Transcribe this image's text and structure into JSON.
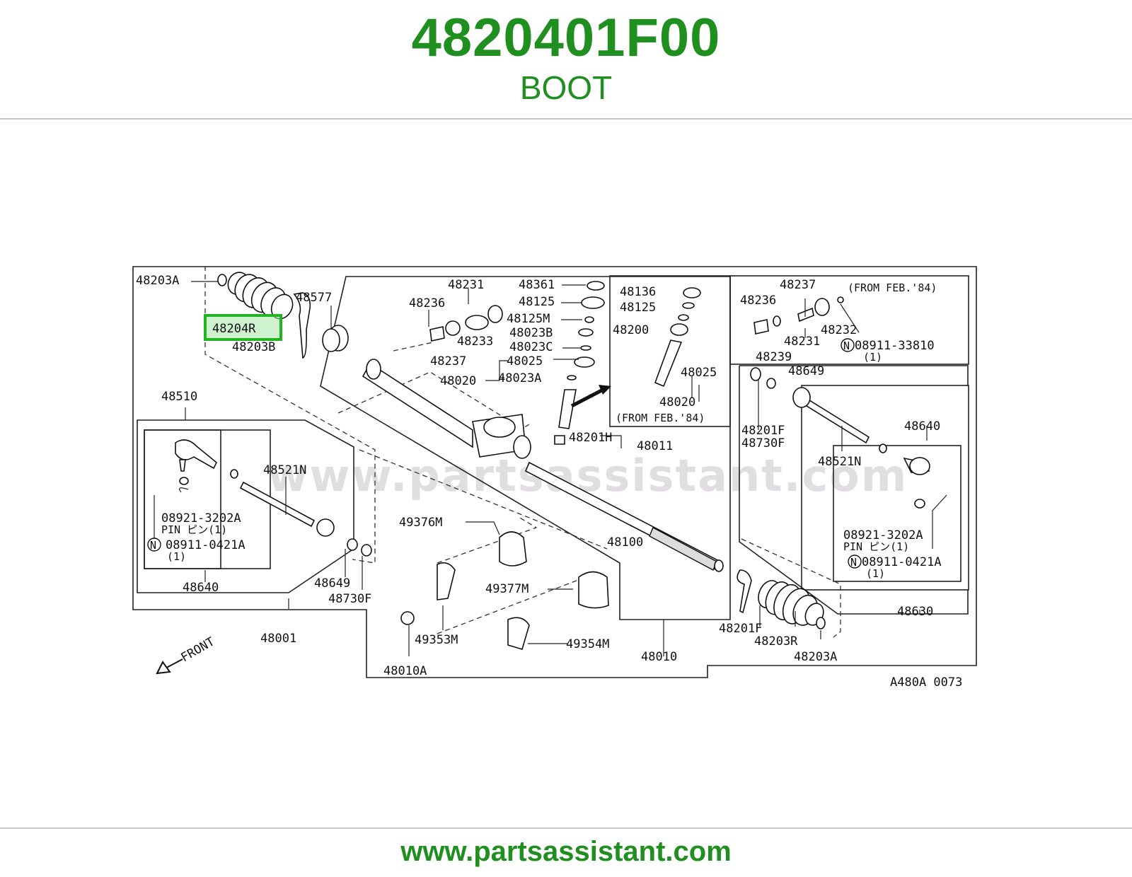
{
  "header": {
    "part_number": "4820401F00",
    "part_name": "BOOT"
  },
  "footer": {
    "url": "www.partsassistant.com"
  },
  "diagram": {
    "watermark": "www.partsassistant.com",
    "highlighted_label": "48204R",
    "drawing_code": "A480A 0073",
    "front_label": "FRONT",
    "callouts": [
      "48203A",
      "48577",
      "48203B",
      "48231",
      "48236",
      "48237",
      "48233",
      "48361",
      "48125",
      "48125M",
      "48023B",
      "48023C",
      "48025",
      "48020",
      "48023A",
      "48136",
      "48125",
      "48200",
      "48025",
      "48020",
      "(FROM FEB.'84)",
      "48237",
      "48236",
      "(FROM FEB.'84)",
      "48232",
      "48231",
      "48239",
      "08911-33810",
      "(1)",
      "48649",
      "48510",
      "48521N",
      "08921-3202A",
      "PIN ピン(1)",
      "08911-0421A",
      "(1)",
      "48640",
      "48649",
      "48730F",
      "48001",
      "48201H",
      "48011",
      "48100",
      "49376M",
      "49377M",
      "49353M",
      "49354M",
      "48010A",
      "48010",
      "48201F",
      "48730F",
      "48521N",
      "48640",
      "08921-3202A",
      "PIN ピン(1)",
      "08911-0421A",
      "(1)",
      "48630",
      "48201F",
      "48203R",
      "48203A"
    ]
  }
}
